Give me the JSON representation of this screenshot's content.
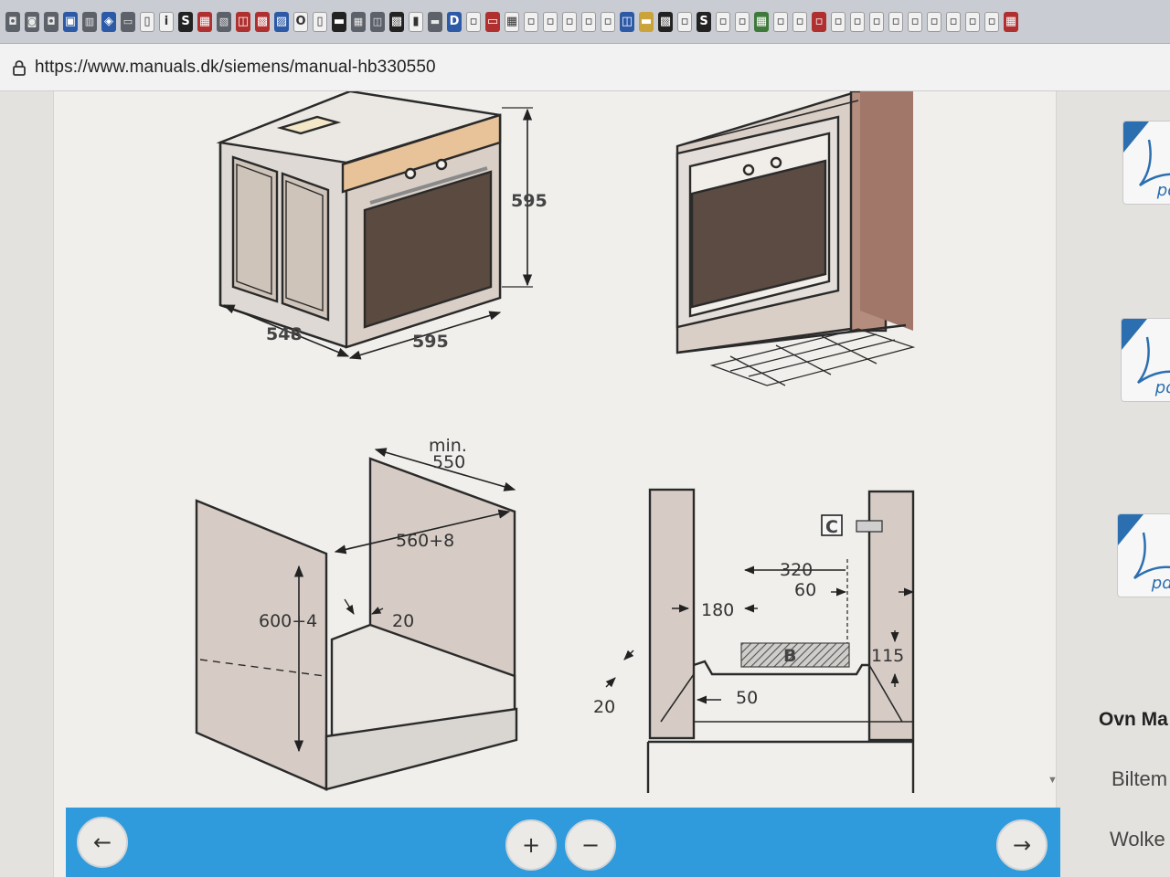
{
  "browser": {
    "url": "https://www.manuals.dk/siemens/manual-hb330550",
    "bookmark_glyphs": [
      "◘",
      "◙",
      "◘",
      "▣",
      "▥",
      "◈",
      "▭",
      "▯",
      "i",
      "S",
      "▦",
      "▧",
      "◫",
      "▩",
      "▨",
      "O",
      "▯",
      "▬",
      "▦",
      "◫",
      "▩",
      "▮",
      "▬",
      "D",
      "▫",
      "▭",
      "▦",
      "▫",
      "▫",
      "▫",
      "▫",
      "▫",
      "◫",
      "▬",
      "▩",
      "▫",
      "S",
      "▫",
      "▫",
      "▦",
      "▫",
      "▫",
      "▫",
      "▫",
      "▫",
      "▫",
      "▫",
      "▫",
      "▫",
      "▫",
      "▫",
      "▫",
      "▦"
    ],
    "bookmark_styles": [
      "s",
      "s",
      "s",
      "b",
      "s",
      "b",
      "s",
      "w",
      "w",
      "k",
      "r",
      "s",
      "r",
      "r",
      "b",
      "w",
      "w",
      "k",
      "s",
      "s",
      "k",
      "w",
      "s",
      "b",
      "w",
      "r",
      "w",
      "w",
      "w",
      "w",
      "w",
      "w",
      "b",
      "y",
      "k",
      "w",
      "k",
      "w",
      "w",
      "g",
      "w",
      "w",
      "r",
      "w",
      "w",
      "w",
      "w",
      "w",
      "w",
      "w",
      "w",
      "w",
      "r"
    ]
  },
  "diagram": {
    "oven_dims": {
      "height": "595",
      "depth": "548",
      "width": "595"
    },
    "cabinet_dims": {
      "min_label": "min.",
      "min_depth": "550",
      "width": "560+8",
      "height": "600+4",
      "gap": "20"
    },
    "side_dims": {
      "c_label": "C",
      "d1": "320",
      "d2": "60",
      "d3": "180",
      "b_label": "B",
      "d4": "115",
      "d5": "20",
      "d6": "50"
    }
  },
  "sidebar": {
    "pdf_label": "pdf",
    "title": "Ovn Ma",
    "links": [
      "Biltem",
      "Wolke"
    ]
  },
  "toolbar": {
    "prev_icon": "←",
    "zoom_in_icon": "+",
    "zoom_out_icon": "−",
    "next_icon": "→"
  },
  "colors": {
    "toolbar": "#2f9bdc",
    "pdf_blue": "#2c6fb0"
  }
}
